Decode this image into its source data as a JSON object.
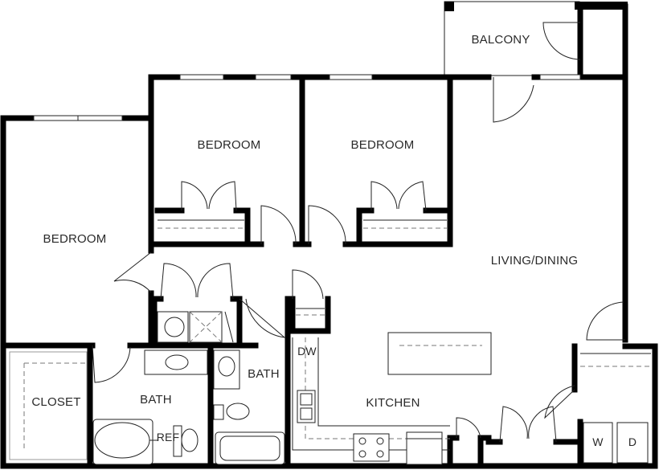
{
  "rooms": {
    "balcony": "BALCONY",
    "bedroom_center_left": "BEDROOM",
    "bedroom_center_right": "BEDROOM",
    "bedroom_left": "BEDROOM",
    "living_dining": "LIVING/DINING",
    "closet": "CLOSET",
    "bath_left": "BATH",
    "bath_center": "BATH",
    "kitchen": "KITCHEN"
  },
  "appliances": {
    "dishwasher": "DW",
    "refrigerator": "REF",
    "washer": "W",
    "dryer": "D"
  }
}
